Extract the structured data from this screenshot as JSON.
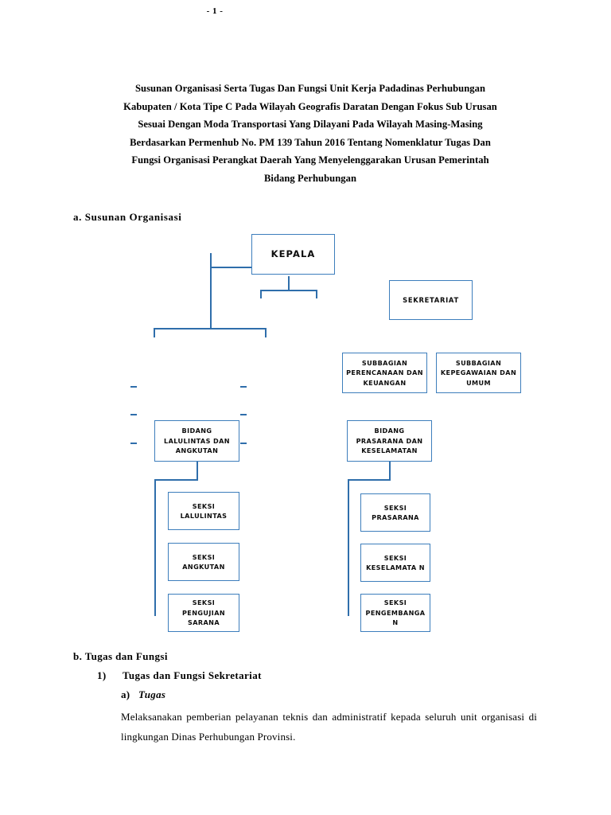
{
  "page": {
    "marker": "- 1 -"
  },
  "title": {
    "lines": [
      "Susunan Organisasi Serta Tugas Dan Fungsi Unit Kerja Padadinas Perhubungan",
      "Kabupaten / Kota Tipe C Pada Wilayah Geografis Daratan Dengan Fokus Sub Urusan",
      "Sesuai Dengan Moda Transportasi Yang Dilayani Pada Wilayah Masing-Masing",
      "Berdasarkan Permenhub No. PM 139 Tahun 2016 Tentang Nomenklatur Tugas Dan",
      "Fungsi Organisasi Perangkat Daerah Yang Menyelenggarakan Urusan Pemerintah",
      "Bidang Perhubungan"
    ],
    "full": "Susunan Organisasi Serta Tugas Dan Fungsi Unit Kerja Padadinas Perhubungan Kabupaten / Kota Tipe C Pada Wilayah Geografis Daratan Dengan Fokus Sub Urusan Sesuai Dengan Moda Transportasi Yang Dilayani Pada Wilayah Masing-Masing Berdasarkan Permenhub No. PM 139 Tahun 2016 Tentang Nomenklatur Tugas Dan Fungsi Organisasi Perangkat Daerah Yang Menyelenggarakan Urusan Pemerintah Bidang Perhubungan"
  },
  "sections": {
    "a_label": "a. Susunan Organisasi",
    "b_label": "b. Tugas dan Fungsi",
    "b1_number": "1)",
    "b1_label": "Tugas dan Fungsi Sekretariat",
    "b1a_number": "a)",
    "b1a_label": "Tugas",
    "b1a_body": "Melaksanakan pemberian pelayanan teknis dan administratif kepada seluruh unit organisasi di lingkungan Dinas Perhubungan Provinsi."
  },
  "org_chart": {
    "accent_color": "#3d7ebc",
    "line_color": "#2f6eab",
    "nodes": {
      "kepala": "KEPALA",
      "sekretariat": "SEKRETARIAT",
      "subbag_perencanaan": "SUBBAGIAN PERENCANAAN DAN KEUANGAN",
      "subbag_kepegawaian": "SUBBAGIAN KEPEGAWAIAN DAN UMUM",
      "bidang_lalulintas": "BIDANG LALULINTAS DAN ANGKUTAN",
      "bidang_prasarana": "BIDANG PRASARANA DAN KESELAMATAN",
      "seksi_lalulintas": "SEKSI LALULINTAS",
      "seksi_angkutan": "SEKSI ANGKUTAN",
      "seksi_pengujian": "SEKSI PENGUJIAN SARANA",
      "seksi_prasarana": "SEKSI PRASARANA",
      "seksi_keselamatan": "SEKSI KESELAMATA N",
      "seksi_pengembangan": "SEKSI PENGEMBANGA N"
    }
  }
}
